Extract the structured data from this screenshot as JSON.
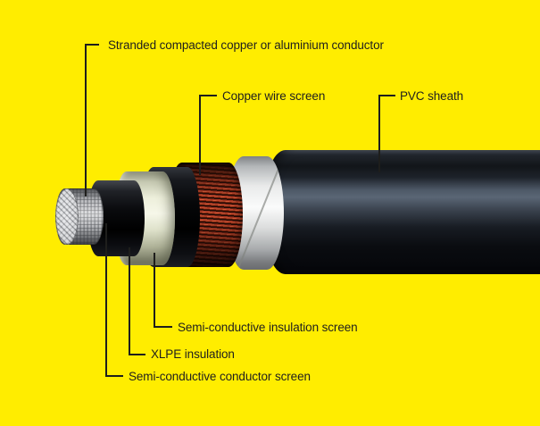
{
  "diagram": {
    "subject": "medium-voltage power cable cutaway",
    "background_color": "#ffed00",
    "callout_line_color": "#1e1e1c",
    "labels": {
      "conductor": "Stranded compacted copper or aluminium conductor",
      "copper_wire_screen": "Copper wire screen",
      "pvc_sheath": "PVC sheath",
      "insulation_screen": "Semi-conductive insulation screen",
      "xlpe_insulation": "XLPE insulation",
      "conductor_screen": "Semi-conductive conductor screen"
    },
    "layers": [
      {
        "name": "stranded conductor",
        "color": "#c3c5c8"
      },
      {
        "name": "semi-conductive conductor screen",
        "color": "#0a0b0e"
      },
      {
        "name": "XLPE insulation",
        "color": "#eef0dc"
      },
      {
        "name": "semi-conductive insulation screen",
        "color": "#060709"
      },
      {
        "name": "copper wire screen",
        "color": "#a23420"
      },
      {
        "name": "separator tape",
        "color": "#fafbfb"
      },
      {
        "name": "PVC sheath",
        "color": "#14171c"
      }
    ]
  }
}
